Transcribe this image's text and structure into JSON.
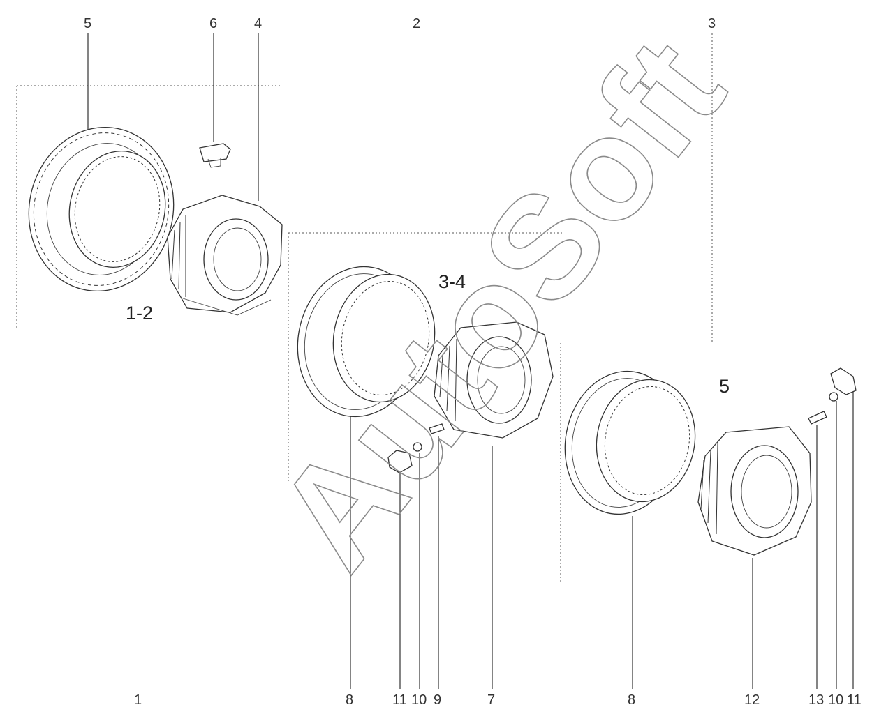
{
  "watermark": "AutoSoft",
  "group_labels": {
    "g12": "1-2",
    "g34": "3-4",
    "g5": "5"
  },
  "callouts": {
    "top": [
      "5",
      "6",
      "4",
      "2",
      "3"
    ],
    "bottom": [
      "1",
      "8",
      "11",
      "10",
      "9",
      "7",
      "8",
      "12",
      "13",
      "10",
      "11"
    ]
  }
}
